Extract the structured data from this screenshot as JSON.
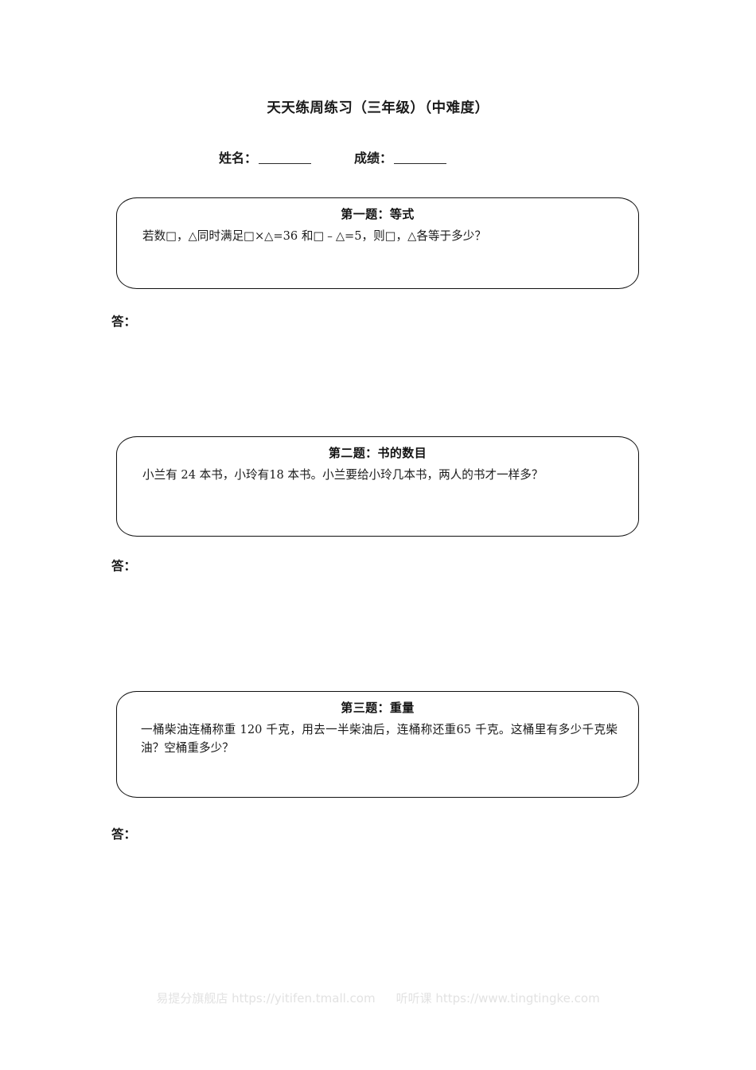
{
  "document": {
    "title": "天天练周练习（三年级）（中难度）",
    "identity": {
      "name_label": "姓名：",
      "score_label": "成绩："
    },
    "questions": [
      {
        "heading": "第一题：等式",
        "body": "若数□，△同时满足□×△=36 和□﹣△=5，则□，△各等于多少？",
        "answer_label": "答："
      },
      {
        "heading": "第二题：书的数目",
        "body": "小兰有 24 本书，小玲有18 本书。小兰要给小玲几本书，两人的书才一样多？",
        "answer_label": "答："
      },
      {
        "heading": "第三题：重量",
        "body": "一桶柴油连桶称重 120 千克，用去一半柴油后，连桶称还重65 千克。这桶里有多少千克柴油？空桶重多少？",
        "answer_label": "答："
      }
    ],
    "footer": {
      "shop_name": "易提分旗舰店",
      "shop_url": "https://yitifen.tmall.com",
      "site_name": "听听课",
      "site_url": "https://www.tingtingke.com",
      "color": "#e2e2e2"
    }
  }
}
